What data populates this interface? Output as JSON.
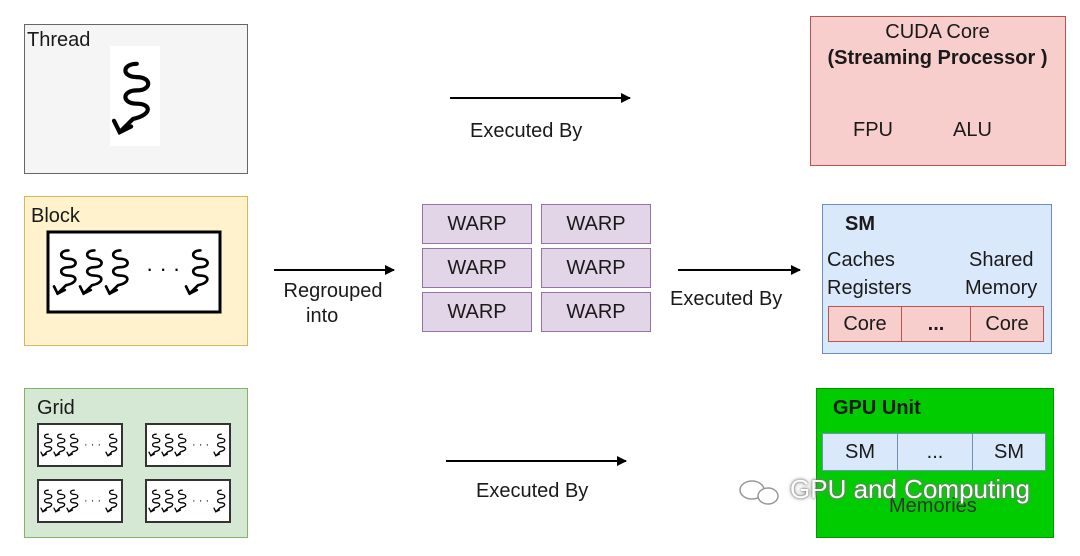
{
  "colors": {
    "thread_fill": "#f5f5f5",
    "thread_border": "#666666",
    "block_fill": "#fff2cc",
    "block_border": "#d6b656",
    "grid_fill": "#d5e8d4",
    "grid_border": "#82b366",
    "cuda_fill": "#f8cecc",
    "cuda_border": "#b85450",
    "warp_fill": "#e1d5e7",
    "warp_border": "#9673a6",
    "sm_fill": "#dae8fc",
    "sm_border": "#6c8ebf",
    "gpu_fill": "#00cc00",
    "gpu_border": "#009900"
  },
  "left": {
    "thread": {
      "title": "Thread",
      "icon": "squiggle-thread-icon"
    },
    "block": {
      "title": "Block",
      "dots": "· · ·"
    },
    "grid": {
      "title": "Grid",
      "dots": "· · ·"
    }
  },
  "middle": {
    "row1_label": "Executed By",
    "regroup_label_line1": "Regrouped",
    "regroup_label_line2": "into",
    "warps": [
      "WARP",
      "WARP",
      "WARP",
      "WARP",
      "WARP",
      "WARP"
    ],
    "row2_label": "Executed By",
    "row3_label": "Executed By"
  },
  "right": {
    "cuda": {
      "title_line1": "CUDA Core",
      "title_line2": "(Streaming Processor )",
      "fpu": "FPU",
      "alu": "ALU"
    },
    "sm": {
      "title": "SM",
      "caches": "Caches",
      "registers": "Registers",
      "shared": "Shared",
      "memory": "Memory",
      "cores": [
        "Core",
        "...",
        "Core"
      ]
    },
    "gpu": {
      "title": "GPU Unit",
      "sms": [
        "SM",
        "...",
        "SM"
      ],
      "memories": "Memories"
    }
  },
  "watermark": "GPU and Computing"
}
